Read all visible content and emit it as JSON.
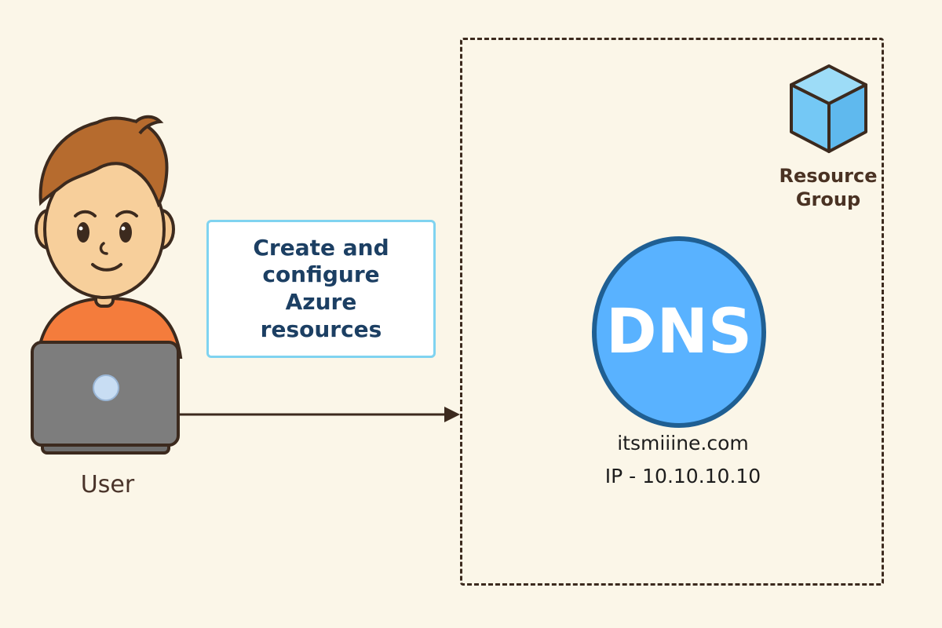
{
  "diagram": {
    "box_text": "Create and configure Azure resources",
    "user_label": "User",
    "resource_group_label": "Resource Group",
    "dns_label": "DNS",
    "dns_domain": "itsmiiine.com",
    "dns_ip": "IP - 10.10.10.10",
    "icons": [
      "user-icon",
      "laptop-icon",
      "resource-group-cube-icon",
      "dns-icon",
      "arrow-icon"
    ],
    "colors": {
      "background": "#fbf6e8",
      "label_border": "#7fd3f0",
      "label_text": "#1c3f63",
      "dns_fill": "#59b2ff",
      "dns_border": "#1f5f93",
      "cube_fill": "#74c8f5",
      "outline": "#3c2a1e",
      "shirt": "#f47c3c",
      "hair": "#b66b2e",
      "laptop": "#7d7d7d"
    }
  }
}
